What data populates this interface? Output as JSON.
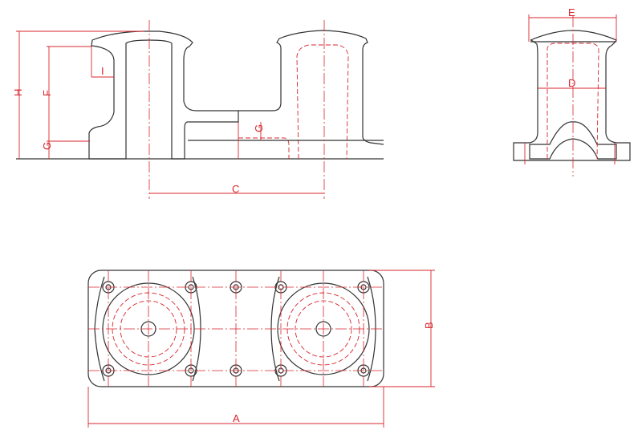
{
  "title": "Double bollard technical drawing",
  "accent_color": "#d8262c",
  "outline_color": "#333333",
  "dimensions": {
    "H": "H",
    "F": "F",
    "I": "I",
    "G_left": "G",
    "G_mid": "G",
    "C": "C",
    "E": "E",
    "D": "D",
    "A": "A",
    "B": "B"
  }
}
